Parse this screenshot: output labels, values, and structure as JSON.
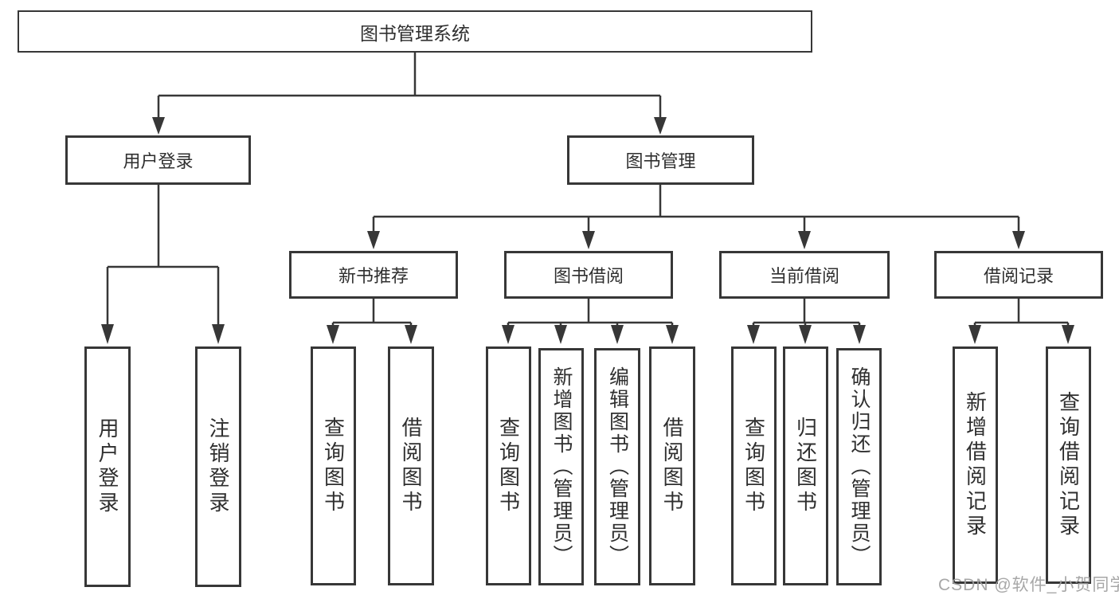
{
  "diagram": {
    "root": {
      "label": "图书管理系统"
    },
    "branches": {
      "user_login": {
        "label": "用户登录"
      },
      "book_management": {
        "label": "图书管理"
      }
    },
    "sections": {
      "new_book_recommend": {
        "label": "新书推荐"
      },
      "book_borrow": {
        "label": "图书借阅"
      },
      "current_borrow": {
        "label": "当前借阅"
      },
      "borrow_records": {
        "label": "借阅记录"
      }
    },
    "leaves": {
      "user_login": {
        "label": "用户登录"
      },
      "logout": {
        "label": "注销登录"
      },
      "rec_query_books": {
        "label": "查询图书"
      },
      "rec_borrow_books": {
        "label": "借阅图书"
      },
      "bb_query_books": {
        "label": "查询图书"
      },
      "bb_add_books": {
        "label": "新增图书（管理员）"
      },
      "bb_edit_books": {
        "label": "编辑图书（管理员）"
      },
      "bb_borrow_books": {
        "label": "借阅图书"
      },
      "cb_query_books": {
        "label": "查询图书"
      },
      "cb_return_books": {
        "label": "归还图书"
      },
      "cb_confirm_return": {
        "label": "确认归还（管理员）"
      },
      "br_add_record": {
        "label": "新增借阅记录"
      },
      "br_query_record": {
        "label": "查询借阅记录"
      }
    },
    "colors": {
      "line": "#373737",
      "box_background": "#ffffff",
      "text": "#2f2f2f",
      "watermark": "#a0a0a0"
    }
  },
  "watermark": {
    "text": "CSDN @软件_小贺同学"
  }
}
